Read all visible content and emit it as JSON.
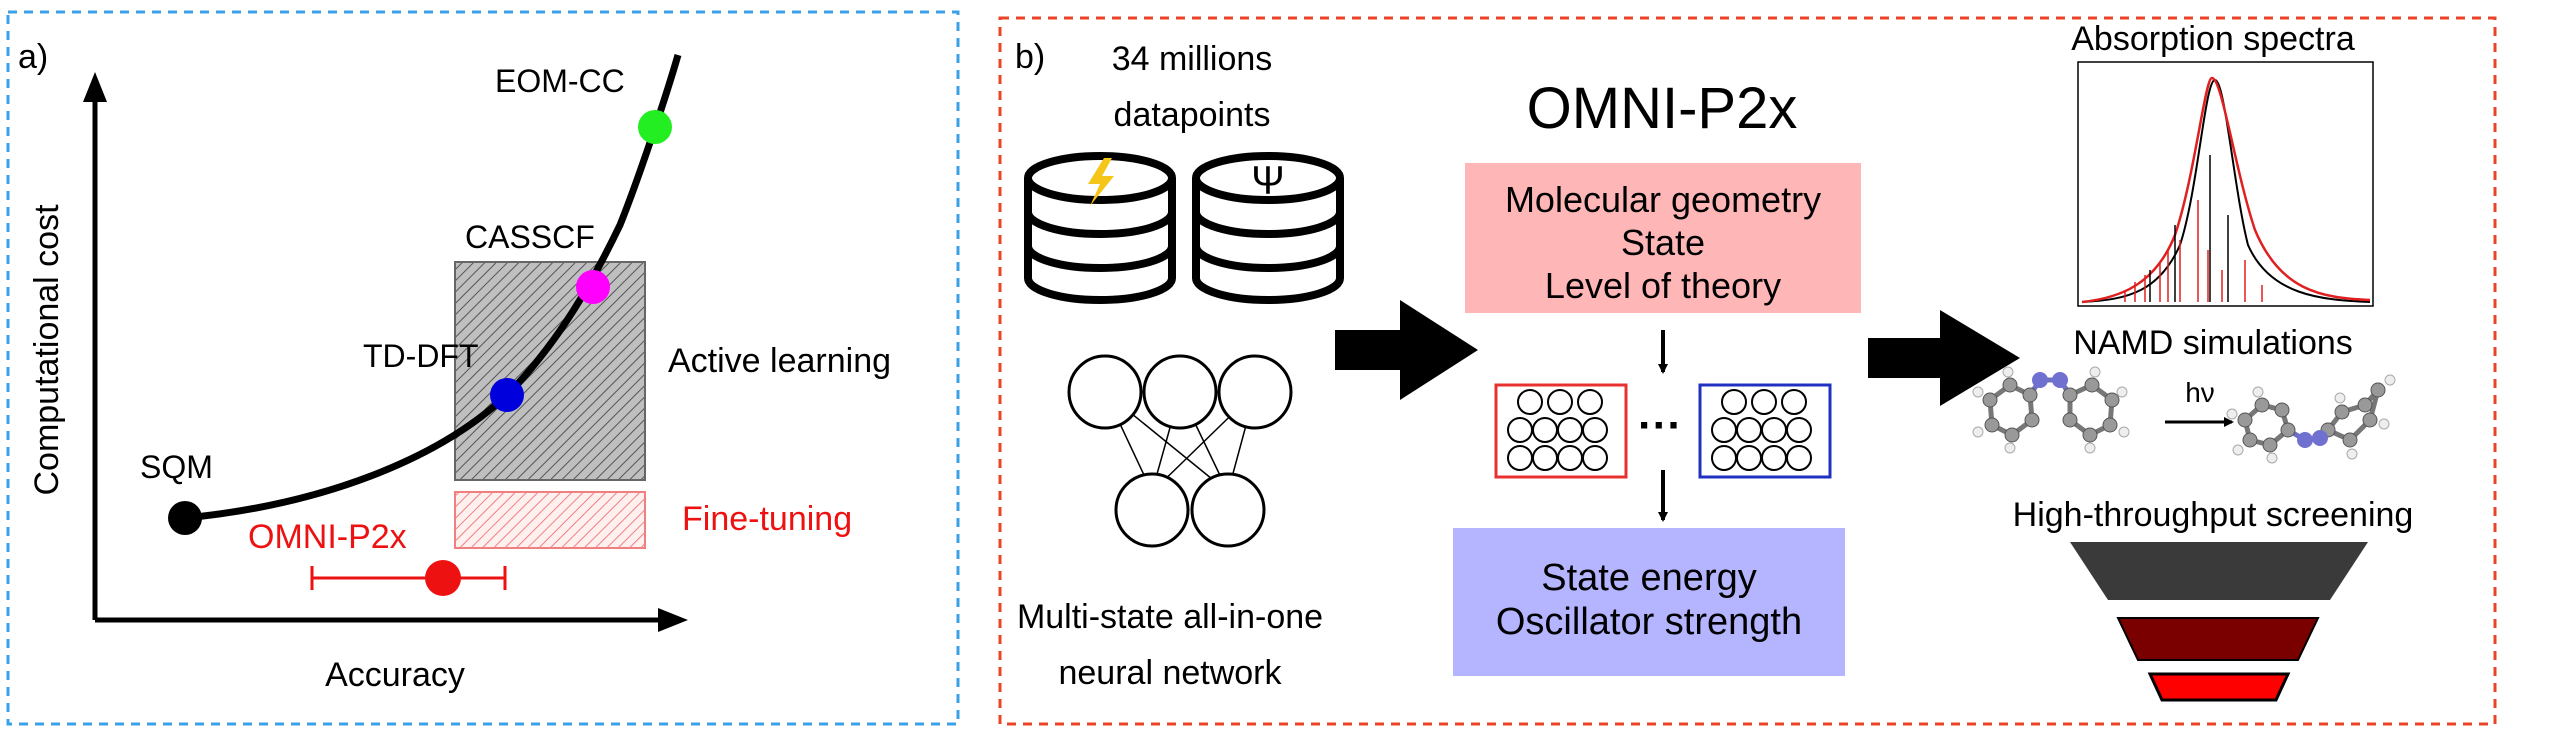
{
  "panel_a": {
    "label": "a)",
    "ylabel": "Computational cost",
    "xlabel": "Accuracy",
    "methods": {
      "eom": "EOM-CC",
      "casscf": "CASSCF",
      "tddft": "TD-DFT",
      "sqm": "SQM"
    },
    "omni_label": "OMNI-P2x",
    "active_learning": "Active learning",
    "fine_tuning": "Fine-tuning",
    "colors": {
      "eom": "#22ee22",
      "casscf": "#ff00ff",
      "tddft": "#0000dd",
      "sqm": "#000000",
      "omni": "#ee1111",
      "frame": "#3aa0e8"
    }
  },
  "panel_b": {
    "label": "b)",
    "data_line1": "34 millions",
    "data_line2": "datapoints",
    "db_icon_symbol": "Ψ",
    "network_line1": "Multi-state all-in-one",
    "network_line2": "neural network",
    "model_title": "OMNI-P2x",
    "inputs": [
      "Molecular geometry",
      "State",
      "Level of theory"
    ],
    "ellipsis": "···",
    "outputs": [
      "State energy",
      "Oscillator strength"
    ],
    "spectra_title": "Absorption spectra",
    "namd_title": "NAMD simulations",
    "hv_label": "hν",
    "screening_title": "High-throughput screening",
    "colors": {
      "frame": "#e8442a",
      "input_box": "#ffb6b6",
      "output_box": "#b4b4ff",
      "net_red": "#e83030",
      "net_blue": "#2030c0",
      "funnel": [
        "#3a3a3a",
        "#7a0000",
        "#ff0000"
      ]
    }
  }
}
